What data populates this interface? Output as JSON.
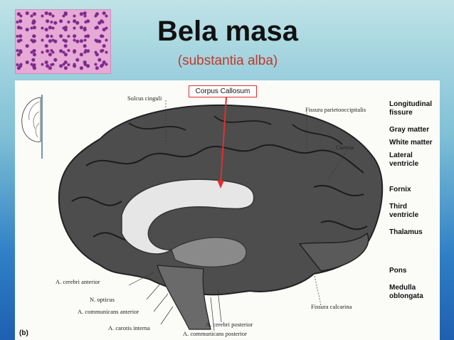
{
  "slide": {
    "title": "Bela masa",
    "subtitle": "(substantia alba)"
  },
  "figure": {
    "tag": "(b)",
    "highlight_label": "Corpus Callosum",
    "left_labels": {
      "sulcus_cinguli": "Sulcus cinguli",
      "fissura_parietooccipitalis": "Fissura parietooccipitalis",
      "cuneus": "Cuneus",
      "a_cerebri_anterior": "A. cerebri anterior",
      "n_opticus": "N. opticus",
      "a_communicans_anterior": "A. communicans anterior",
      "a_carotis_interna": "A. carotis interna",
      "a_cerebri_posterior": "A. cerebri posterior",
      "a_communicans_posterior": "A. communicans posterior",
      "fissura_calcarina": "Fissura calcarina"
    },
    "right_labels": {
      "longitudinal_fissure": "Longitudinal fissure",
      "gray_matter": "Gray matter",
      "white_matter": "White matter",
      "lateral_ventricle": "Lateral ventricle",
      "fornix": "Fornix",
      "third_ventricle": "Third ventricle",
      "thalamus": "Thalamus",
      "pons": "Pons",
      "medulla_oblongata": "Medulla oblongata"
    }
  },
  "colors": {
    "accent_red": "#e03030",
    "subtitle_red": "#c0392b"
  }
}
